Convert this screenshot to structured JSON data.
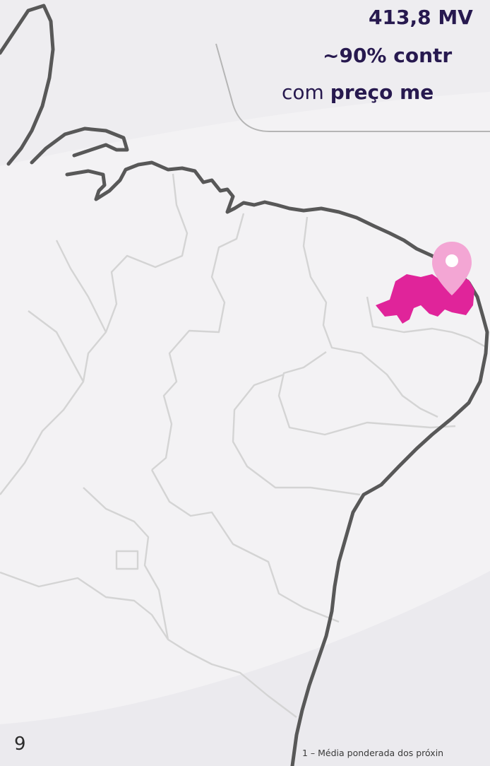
{
  "callout": {
    "line1_bold": "413,8 MV",
    "line2_bold": "~90% contr",
    "line3_regular": "com ",
    "line3_bold": "preço me"
  },
  "page": {
    "number": "9",
    "footnote": "1 – Média ponderada dos próxin"
  },
  "map": {
    "highlight_color": "#e0249a",
    "pin_color": "#f3a6d4",
    "coast_color": "#585858",
    "border_color": "#d6d6d6",
    "pin_icon": "location-pin-icon"
  }
}
